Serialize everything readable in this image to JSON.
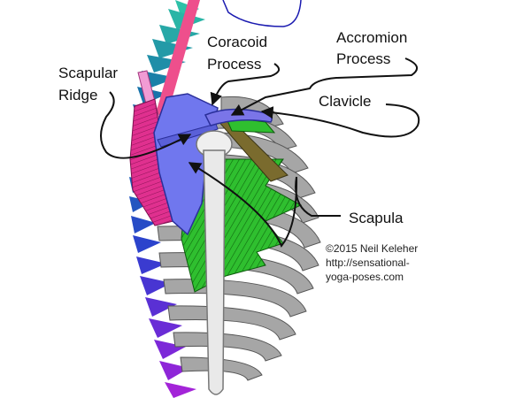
{
  "labels": {
    "coracoid_line1": "Coracoid",
    "coracoid_line2": "Process",
    "acromion_line1": "Accromion",
    "acromion_line2": "Process",
    "scapular_line1": "Scapular",
    "scapular_line2": "Ridge",
    "clavicle": "Clavicle",
    "scapula": "Scapula"
  },
  "credit": {
    "line1": "©2015 Neil Keleher",
    "line2": "http://sensational-",
    "line3": "yoga-poses.com"
  },
  "colors": {
    "scapula": "#7077ee",
    "clavicle": "#7a75e8",
    "trapezius": "#e0308f",
    "serratus": "#2fbf2f",
    "rib": "#9a9a9a",
    "humerus": "#e9e9e9",
    "neck_muscle": "#ee4f8c"
  }
}
